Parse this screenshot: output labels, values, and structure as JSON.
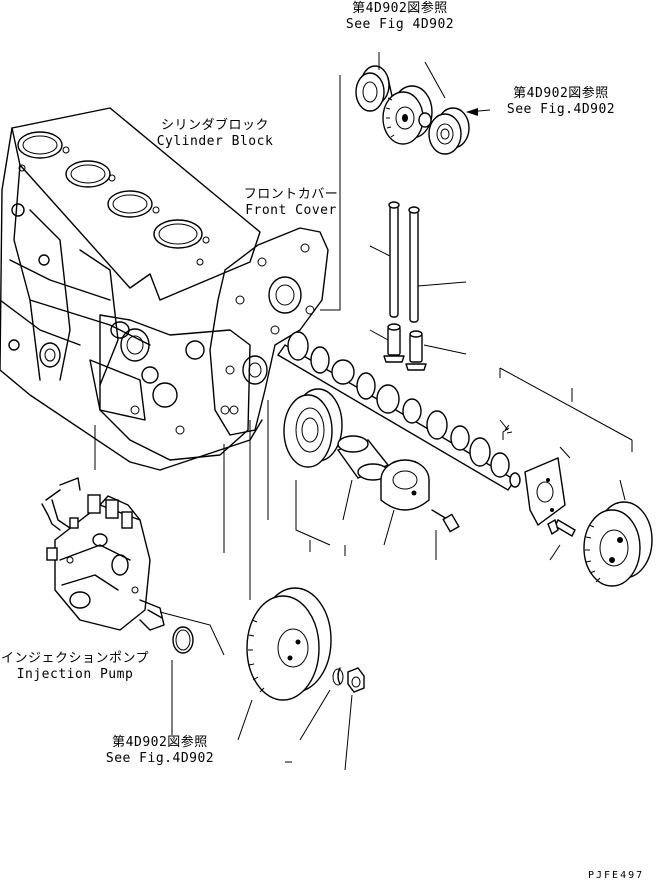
{
  "labels": {
    "ref_top": {
      "jp": "第4D902図参照",
      "en": "See Fig 4D902"
    },
    "ref_right": {
      "jp": "第4D902図参照",
      "en": "See Fig.4D902"
    },
    "cylinder_block": {
      "jp": "シリンダブロック",
      "en": "Cylinder Block"
    },
    "front_cover": {
      "jp": "フロントカバー",
      "en": "Front Cover"
    },
    "injection_pump": {
      "jp": "インジェクションポンプ",
      "en": "Injection Pump"
    },
    "ref_bottom": {
      "jp": "第4D902図参照",
      "en": "See Fig.4D902"
    }
  },
  "drawing_code": "PJFE497"
}
